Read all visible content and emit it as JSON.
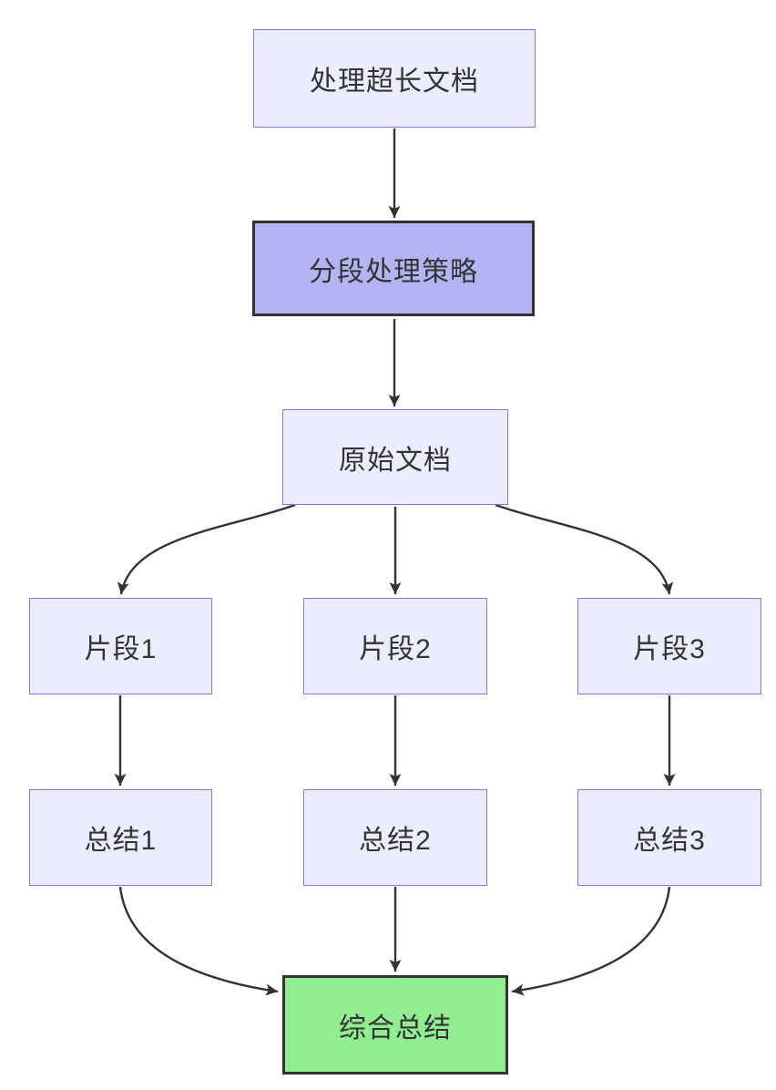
{
  "diagram": {
    "type": "flowchart",
    "direction": "top-down",
    "colors": {
      "background": "#ffffff",
      "node_fill": "#ECECFF",
      "node_border": "#9370DB",
      "emphasis_node_fill": "#b4b4f5",
      "emphasis_node_border": "#333333",
      "result_node_fill": "#90EE90",
      "result_node_border": "#333333",
      "edge_stroke": "#333333",
      "text": "#333333"
    },
    "nodes": [
      {
        "id": "A",
        "label": "处理超长文档",
        "style": "default"
      },
      {
        "id": "B",
        "label": "分段处理策略",
        "style": "emphasis"
      },
      {
        "id": "C",
        "label": "原始文档",
        "style": "default"
      },
      {
        "id": "P1",
        "label": "片段1",
        "style": "default"
      },
      {
        "id": "P2",
        "label": "片段2",
        "style": "default"
      },
      {
        "id": "P3",
        "label": "片段3",
        "style": "default"
      },
      {
        "id": "S1",
        "label": "总结1",
        "style": "default"
      },
      {
        "id": "S2",
        "label": "总结2",
        "style": "default"
      },
      {
        "id": "S3",
        "label": "总结3",
        "style": "default"
      },
      {
        "id": "Z",
        "label": "综合总结",
        "style": "result"
      }
    ],
    "edges": [
      {
        "from": "A",
        "to": "B"
      },
      {
        "from": "B",
        "to": "C"
      },
      {
        "from": "C",
        "to": "P1"
      },
      {
        "from": "C",
        "to": "P2"
      },
      {
        "from": "C",
        "to": "P3"
      },
      {
        "from": "P1",
        "to": "S1"
      },
      {
        "from": "P2",
        "to": "S2"
      },
      {
        "from": "P3",
        "to": "S3"
      },
      {
        "from": "S1",
        "to": "Z"
      },
      {
        "from": "S2",
        "to": "Z"
      },
      {
        "from": "S3",
        "to": "Z"
      }
    ]
  }
}
